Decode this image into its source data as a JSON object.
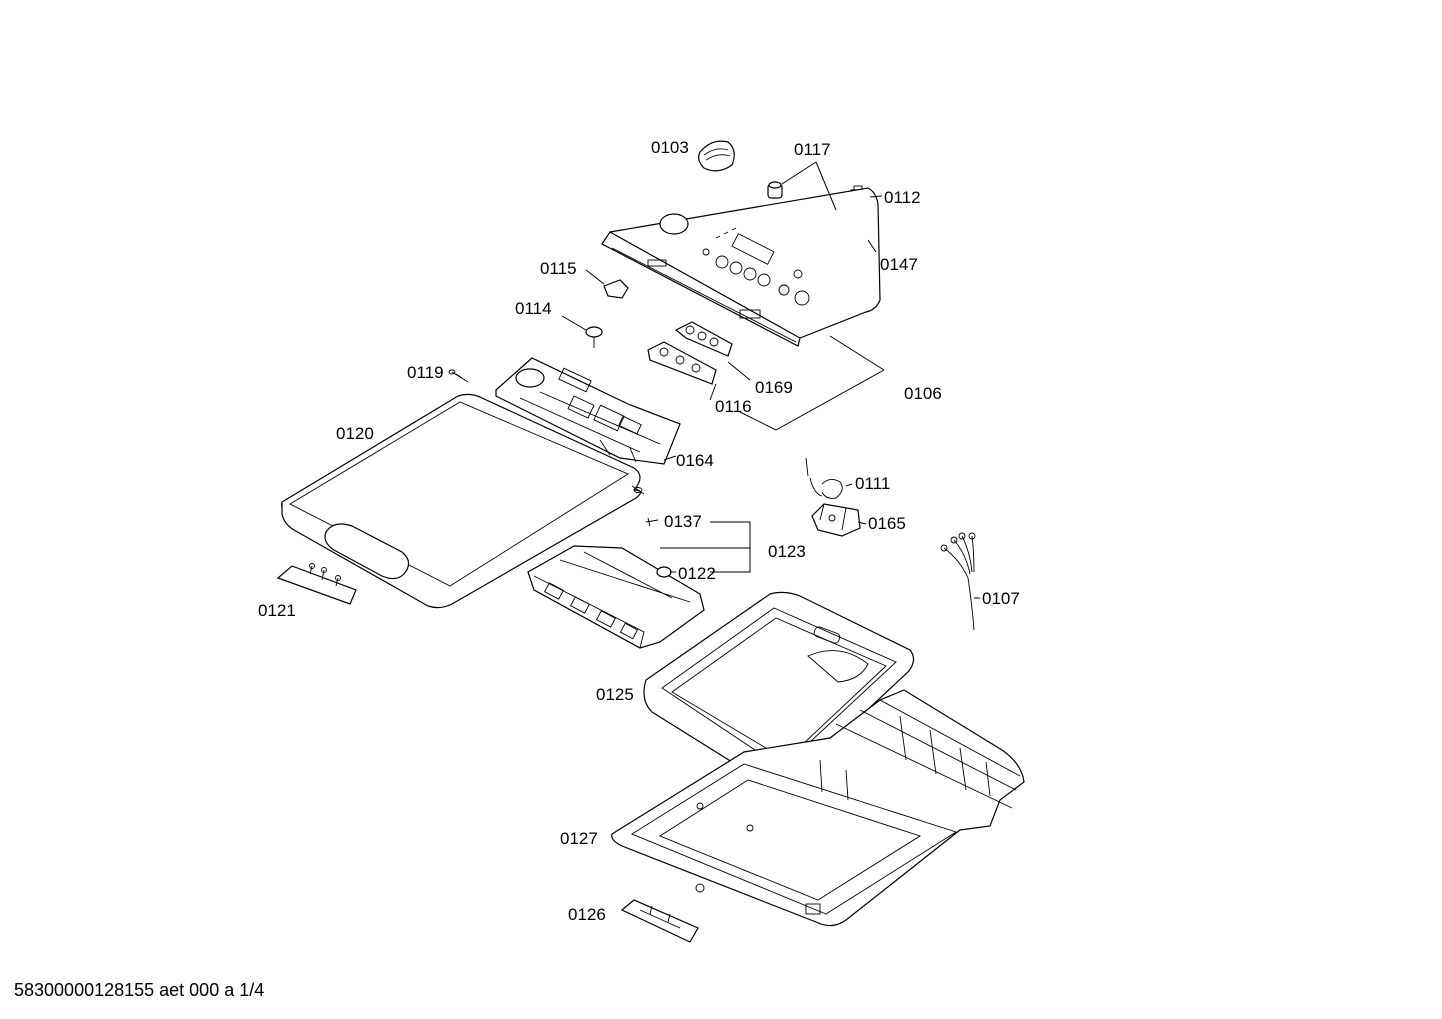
{
  "document_id": "58300000128155 aet 000 a 1/4",
  "callouts": {
    "p0103": "0103",
    "p0117": "0117",
    "p0112": "0112",
    "p0147": "0147",
    "p0115": "0115",
    "p0114": "0114",
    "p0106": "0106",
    "p0169": "0169",
    "p0116": "0116",
    "p0119": "0119",
    "p0120": "0120",
    "p0164": "0164",
    "p0111": "0111",
    "p0165": "0165",
    "p0137": "0137",
    "p0123": "0123",
    "p0122": "0122",
    "p0107": "0107",
    "p0121": "0121",
    "p0125": "0125",
    "p0127": "0127",
    "p0126": "0126"
  }
}
